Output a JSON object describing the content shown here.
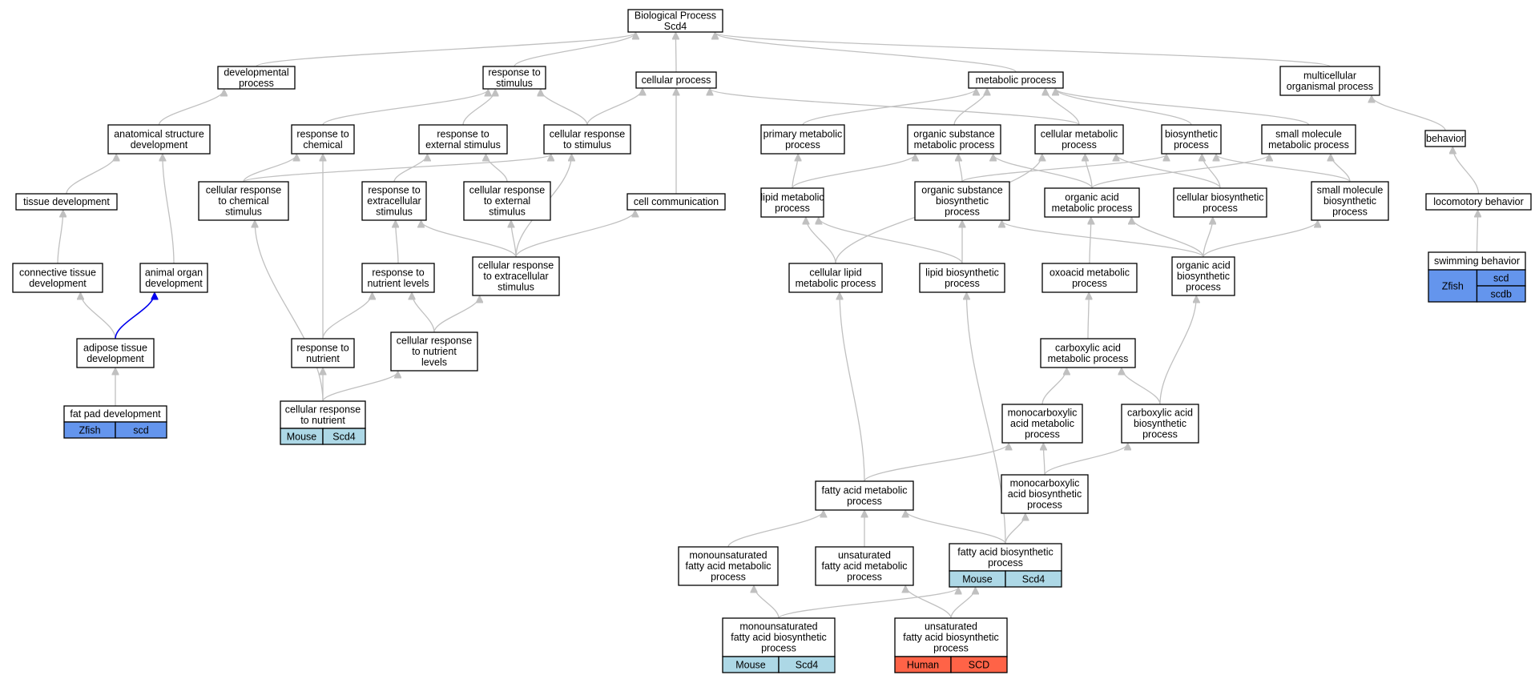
{
  "colors": {
    "mouse": "#add8e6",
    "zfish": "#6495ed",
    "human": "#ff6347",
    "edge": "#c0c0c0",
    "highlight_edge": "#0000ee"
  },
  "nodes": {
    "bp": [
      "Biological Process",
      "Scd4"
    ],
    "dev": [
      "developmental",
      "process"
    ],
    "rts": [
      "response to",
      "stimulus"
    ],
    "cp": [
      "cellular process"
    ],
    "mp": [
      "metabolic process"
    ],
    "mop": [
      "multicellular",
      "organismal process"
    ],
    "asd": [
      "anatomical structure",
      "development"
    ],
    "rtc": [
      "response to",
      "chemical"
    ],
    "rtes": [
      "response to",
      "external stimulus"
    ],
    "crts": [
      "cellular response",
      "to stimulus"
    ],
    "pmp": [
      "primary metabolic",
      "process"
    ],
    "osmp": [
      "organic substance",
      "metabolic process"
    ],
    "cmp": [
      "cellular metabolic",
      "process"
    ],
    "bsp": [
      "biosynthetic",
      "process"
    ],
    "smmp": [
      "small molecule",
      "metabolic process"
    ],
    "beh": [
      "behavior"
    ],
    "td": [
      "tissue development"
    ],
    "crcs": [
      "cellular response",
      "to chemical",
      "stimulus"
    ],
    "rtecs": [
      "response to",
      "extracellular",
      "stimulus"
    ],
    "cres": [
      "cellular response",
      "to external",
      "stimulus"
    ],
    "cc": [
      "cell communication"
    ],
    "lmp": [
      "lipid metabolic",
      "process"
    ],
    "osbp": [
      "organic substance",
      "biosynthetic",
      "process"
    ],
    "oamp": [
      "organic acid",
      "metabolic process"
    ],
    "cbp": [
      "cellular biosynthetic",
      "process"
    ],
    "smbp": [
      "small molecule",
      "biosynthetic",
      "process"
    ],
    "lb": [
      "locomotory behavior"
    ],
    "ctd": [
      "connective tissue",
      "development"
    ],
    "aod": [
      "animal organ",
      "development"
    ],
    "rtnl": [
      "response to",
      "nutrient levels"
    ],
    "crtecs": [
      "cellular response",
      "to extracellular",
      "stimulus"
    ],
    "clmp": [
      "cellular lipid",
      "metabolic process"
    ],
    "lbp": [
      "lipid biosynthetic",
      "process"
    ],
    "oxmp": [
      "oxoacid metabolic",
      "process"
    ],
    "oabp": [
      "organic acid",
      "biosynthetic",
      "process"
    ],
    "sb": [
      "swimming behavior"
    ],
    "atd": [
      "adipose tissue",
      "development"
    ],
    "rtn": [
      "response to",
      "nutrient"
    ],
    "crtnl": [
      "cellular response",
      "to nutrient",
      "levels"
    ],
    "camp": [
      "carboxylic acid",
      "metabolic process"
    ],
    "fpd": [
      "fat pad development"
    ],
    "crtn": [
      "cellular response",
      "to nutrient"
    ],
    "mcamp": [
      "monocarboxylic",
      "acid metabolic",
      "process"
    ],
    "cabp": [
      "carboxylic acid",
      "biosynthetic",
      "process"
    ],
    "famp": [
      "fatty acid metabolic",
      "process"
    ],
    "mcabp": [
      "monocarboxylic",
      "acid biosynthetic",
      "process"
    ],
    "mufamp": [
      "monounsaturated",
      "fatty acid metabolic",
      "process"
    ],
    "ufamp": [
      "unsaturated",
      "fatty acid metabolic",
      "process"
    ],
    "fabp": [
      "fatty acid biosynthetic",
      "process"
    ],
    "mufabp": [
      "monounsaturated",
      "fatty acid biosynthetic",
      "process"
    ],
    "ufabp": [
      "unsaturated",
      "fatty acid biosynthetic",
      "process"
    ]
  },
  "annotations": {
    "fpd": {
      "species": "Zfish",
      "genes": [
        "scd"
      ],
      "color": "#6495ed"
    },
    "crtn": {
      "species": "Mouse",
      "genes": [
        "Scd4"
      ],
      "color": "#add8e6"
    },
    "fabp": {
      "species": "Mouse",
      "genes": [
        "Scd4"
      ],
      "color": "#add8e6"
    },
    "mufabp": {
      "species": "Mouse",
      "genes": [
        "Scd4"
      ],
      "color": "#add8e6"
    },
    "ufabp": {
      "species": "Human",
      "genes": [
        "SCD"
      ],
      "color": "#ff6347"
    },
    "sb": {
      "species": "Zfish",
      "genes": [
        "scd",
        "scdb"
      ],
      "color": "#6495ed"
    }
  },
  "edges": [
    [
      "dev",
      "bp"
    ],
    [
      "rts",
      "bp"
    ],
    [
      "cp",
      "bp"
    ],
    [
      "mp",
      "bp"
    ],
    [
      "mop",
      "bp"
    ],
    [
      "asd",
      "dev"
    ],
    [
      "rtc",
      "rts"
    ],
    [
      "rtes",
      "rts"
    ],
    [
      "crts",
      "rts"
    ],
    [
      "crts",
      "cp"
    ],
    [
      "pmp",
      "mp"
    ],
    [
      "osmp",
      "mp"
    ],
    [
      "cmp",
      "mp"
    ],
    [
      "cmp",
      "cp"
    ],
    [
      "bsp",
      "mp"
    ],
    [
      "smmp",
      "mp"
    ],
    [
      "beh",
      "mop"
    ],
    [
      "td",
      "asd"
    ],
    [
      "crcs",
      "rtc"
    ],
    [
      "crcs",
      "crts"
    ],
    [
      "rtecs",
      "rtes"
    ],
    [
      "cres",
      "rtes"
    ],
    [
      "cc",
      "cp"
    ],
    [
      "lmp",
      "pmp"
    ],
    [
      "lmp",
      "osmp"
    ],
    [
      "osbp",
      "osmp"
    ],
    [
      "osbp",
      "bsp"
    ],
    [
      "oamp",
      "osmp"
    ],
    [
      "oamp",
      "cmp"
    ],
    [
      "oamp",
      "smmp"
    ],
    [
      "cbp",
      "cmp"
    ],
    [
      "cbp",
      "bsp"
    ],
    [
      "smbp",
      "smmp"
    ],
    [
      "smbp",
      "bsp"
    ],
    [
      "lb",
      "beh"
    ],
    [
      "ctd",
      "td"
    ],
    [
      "aod",
      "asd"
    ],
    [
      "rtnl",
      "rtecs"
    ],
    [
      "crtecs",
      "rtecs"
    ],
    [
      "crtecs",
      "cres"
    ],
    [
      "crtecs",
      "crts"
    ],
    [
      "crtecs",
      "cc"
    ],
    [
      "clmp",
      "lmp"
    ],
    [
      "clmp",
      "cmp"
    ],
    [
      "lbp",
      "lmp"
    ],
    [
      "lbp",
      "osbp"
    ],
    [
      "oxmp",
      "oamp"
    ],
    [
      "oabp",
      "oamp"
    ],
    [
      "oabp",
      "cbp"
    ],
    [
      "oabp",
      "smbp"
    ],
    [
      "oabp",
      "osbp"
    ],
    [
      "sb",
      "lb"
    ],
    [
      "atd",
      "ctd"
    ],
    [
      "atd",
      "aod"
    ],
    [
      "rtn",
      "rtnl"
    ],
    [
      "rtn",
      "rtc"
    ],
    [
      "crtnl",
      "rtnl"
    ],
    [
      "crtnl",
      "crtecs"
    ],
    [
      "camp",
      "oxmp"
    ],
    [
      "fpd",
      "atd"
    ],
    [
      "crtn",
      "rtn"
    ],
    [
      "crtn",
      "crcs"
    ],
    [
      "crtn",
      "crtnl"
    ],
    [
      "mcamp",
      "camp"
    ],
    [
      "cabp",
      "camp"
    ],
    [
      "cabp",
      "oabp"
    ],
    [
      "famp",
      "mcamp"
    ],
    [
      "famp",
      "clmp"
    ],
    [
      "mcabp",
      "mcamp"
    ],
    [
      "mcabp",
      "cabp"
    ],
    [
      "mufamp",
      "famp"
    ],
    [
      "ufamp",
      "famp"
    ],
    [
      "fabp",
      "famp"
    ],
    [
      "fabp",
      "mcabp"
    ],
    [
      "fabp",
      "lbp"
    ],
    [
      "mufabp",
      "mufamp"
    ],
    [
      "mufabp",
      "fabp"
    ],
    [
      "ufabp",
      "ufamp"
    ],
    [
      "ufabp",
      "fabp"
    ]
  ],
  "highlight_edges": [
    [
      "atd",
      "aod"
    ]
  ]
}
